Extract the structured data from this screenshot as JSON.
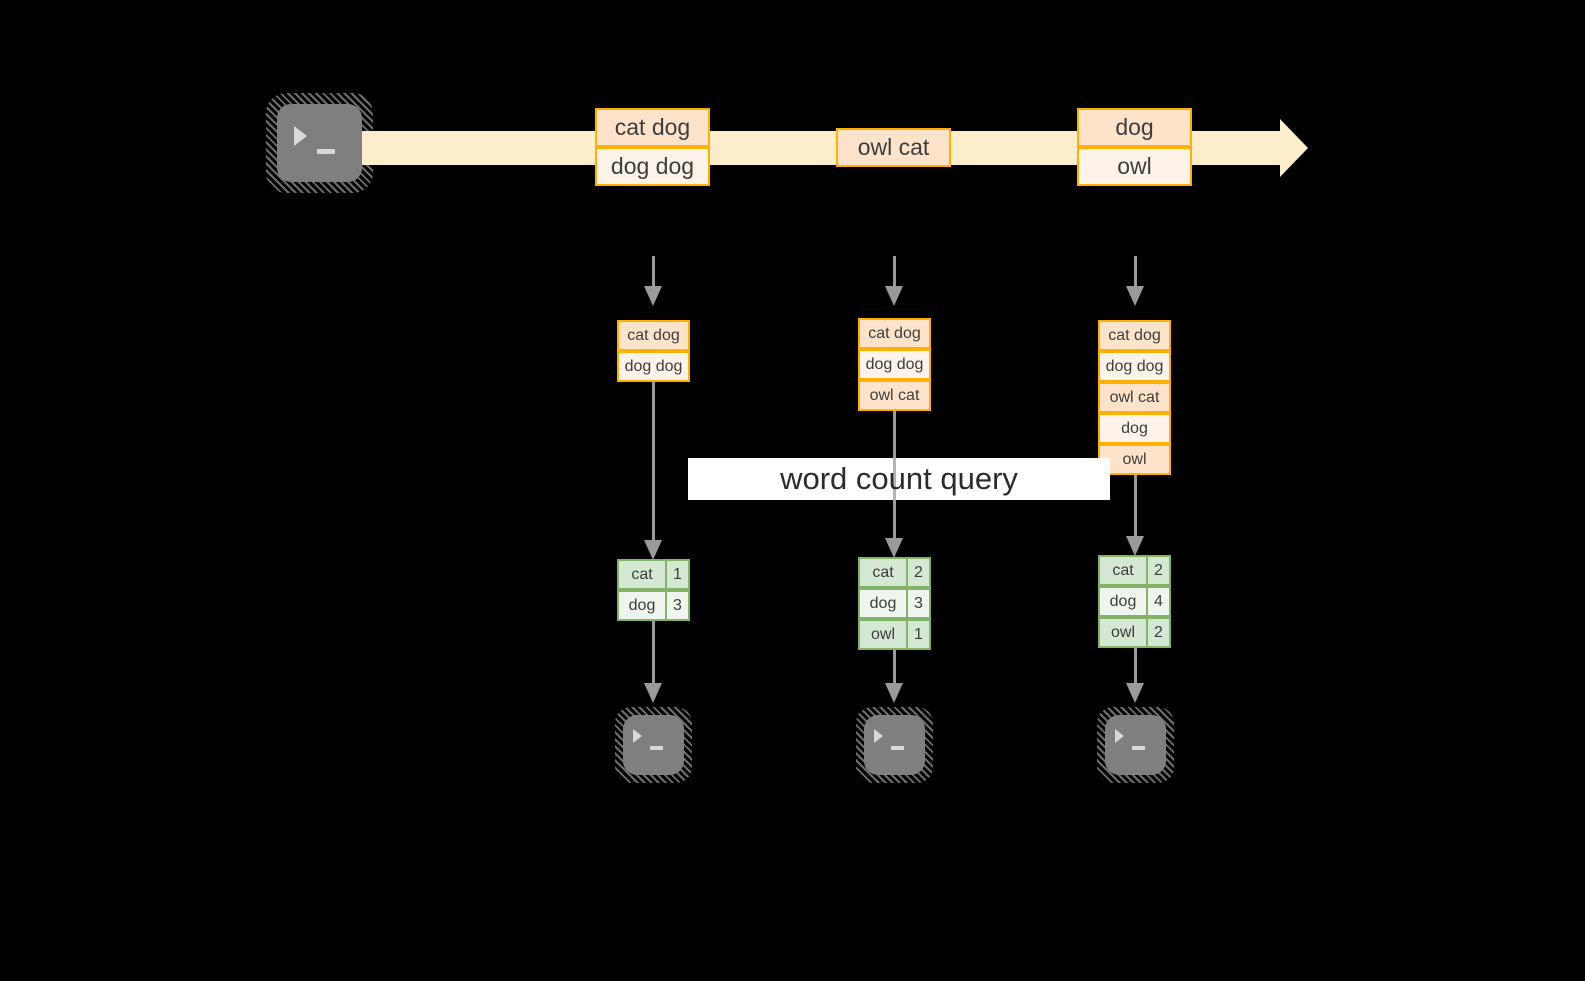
{
  "diagram": {
    "title_label": "word count query",
    "colors": {
      "background": "#000000",
      "stream_band": "#fdeecb",
      "box_border": "#ffb000",
      "box_fill_dark": "#fce3c9",
      "box_fill_light": "#fdf3e9",
      "table_border": "#82b366",
      "table_fill_dark": "#d5e8d4",
      "table_fill_light": "#eff5ee",
      "connector": "#9a9a9a",
      "terminal_fill": "#7f7f7f",
      "label_band": "#ffffff"
    },
    "source": {
      "icon": "terminal-icon",
      "prompt": ">_"
    },
    "stream": {
      "events": [
        {
          "lines": [
            "cat dog",
            "dog dog"
          ]
        },
        {
          "lines": [
            "owl cat"
          ]
        },
        {
          "lines": [
            "dog",
            "owl"
          ]
        }
      ]
    },
    "snapshots": [
      {
        "name": "snapshot-1",
        "input_rows": [
          "cat dog",
          "dog dog"
        ],
        "result_rows": [
          {
            "word": "cat",
            "count": "1"
          },
          {
            "word": "dog",
            "count": "3"
          }
        ],
        "sink_icon": "terminal-icon",
        "sink_prompt": ">_"
      },
      {
        "name": "snapshot-2",
        "input_rows": [
          "cat dog",
          "dog dog",
          "owl cat"
        ],
        "result_rows": [
          {
            "word": "cat",
            "count": "2"
          },
          {
            "word": "dog",
            "count": "3"
          },
          {
            "word": "owl",
            "count": "1"
          }
        ],
        "sink_icon": "terminal-icon",
        "sink_prompt": ">_"
      },
      {
        "name": "snapshot-3",
        "input_rows": [
          "cat dog",
          "dog dog",
          "owl cat",
          "dog",
          "owl"
        ],
        "result_rows": [
          {
            "word": "cat",
            "count": "2"
          },
          {
            "word": "dog",
            "count": "4"
          },
          {
            "word": "owl",
            "count": "2"
          }
        ],
        "sink_icon": "terminal-icon",
        "sink_prompt": ">_"
      }
    ]
  }
}
